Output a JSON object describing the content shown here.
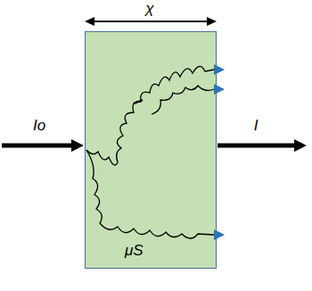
{
  "diagram": {
    "nodes": [
      {
        "text": [
          "μS"
        ]
      }
    ],
    "labels": [
      "χ",
      "Io",
      "I"
    ]
  }
}
